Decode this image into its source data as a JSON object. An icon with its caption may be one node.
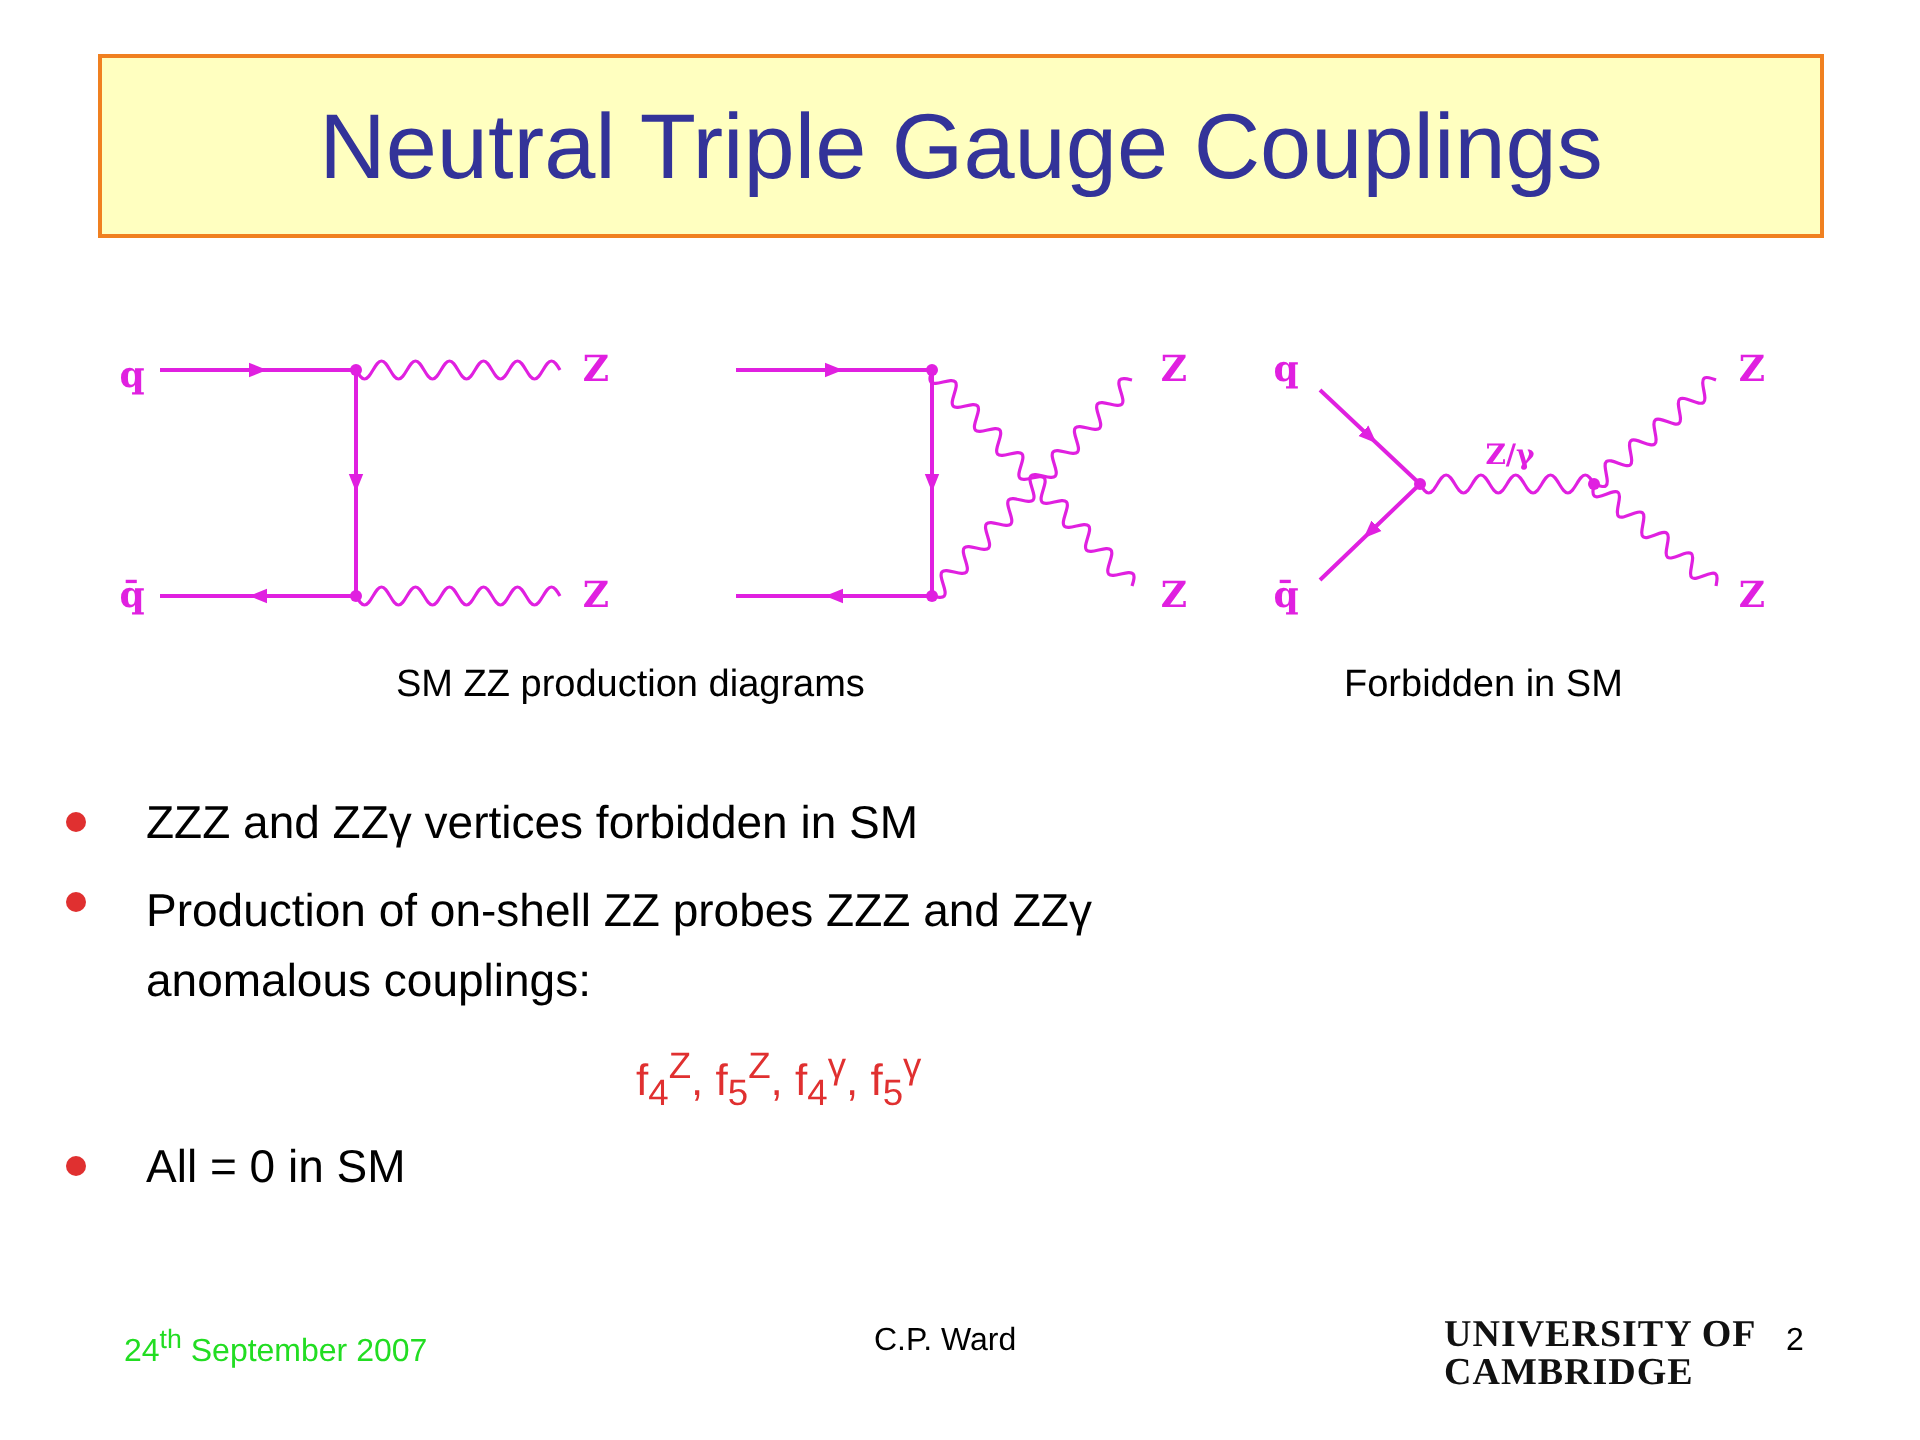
{
  "diagram": {
    "title": "Neutral Triple Gauge Couplings",
    "labels": [
      "q",
      "Z",
      "q̄",
      "Z",
      "Z",
      "Z",
      "q",
      "Z",
      "Z/γ",
      "q̄",
      "Z",
      "SM ZZ production diagrams",
      "Forbidden in SM",
      "ZZZ and ZZγ vertices forbidden in SM",
      "Production of on-shell ZZ probes ZZZ and ZZγ anomalous couplings:",
      "f$_{4}$$^{Z}$,  f$_{5}$$^{Z}$,  f$_{4}$$^{γ}$,  f$_{5}$$^{γ}$",
      "All = 0 in SM",
      "24$^{th}$ September 2007",
      "C.P. Ward",
      "UNIVERSITY OF CAMBRIDGE",
      "2"
    ]
  }
}
